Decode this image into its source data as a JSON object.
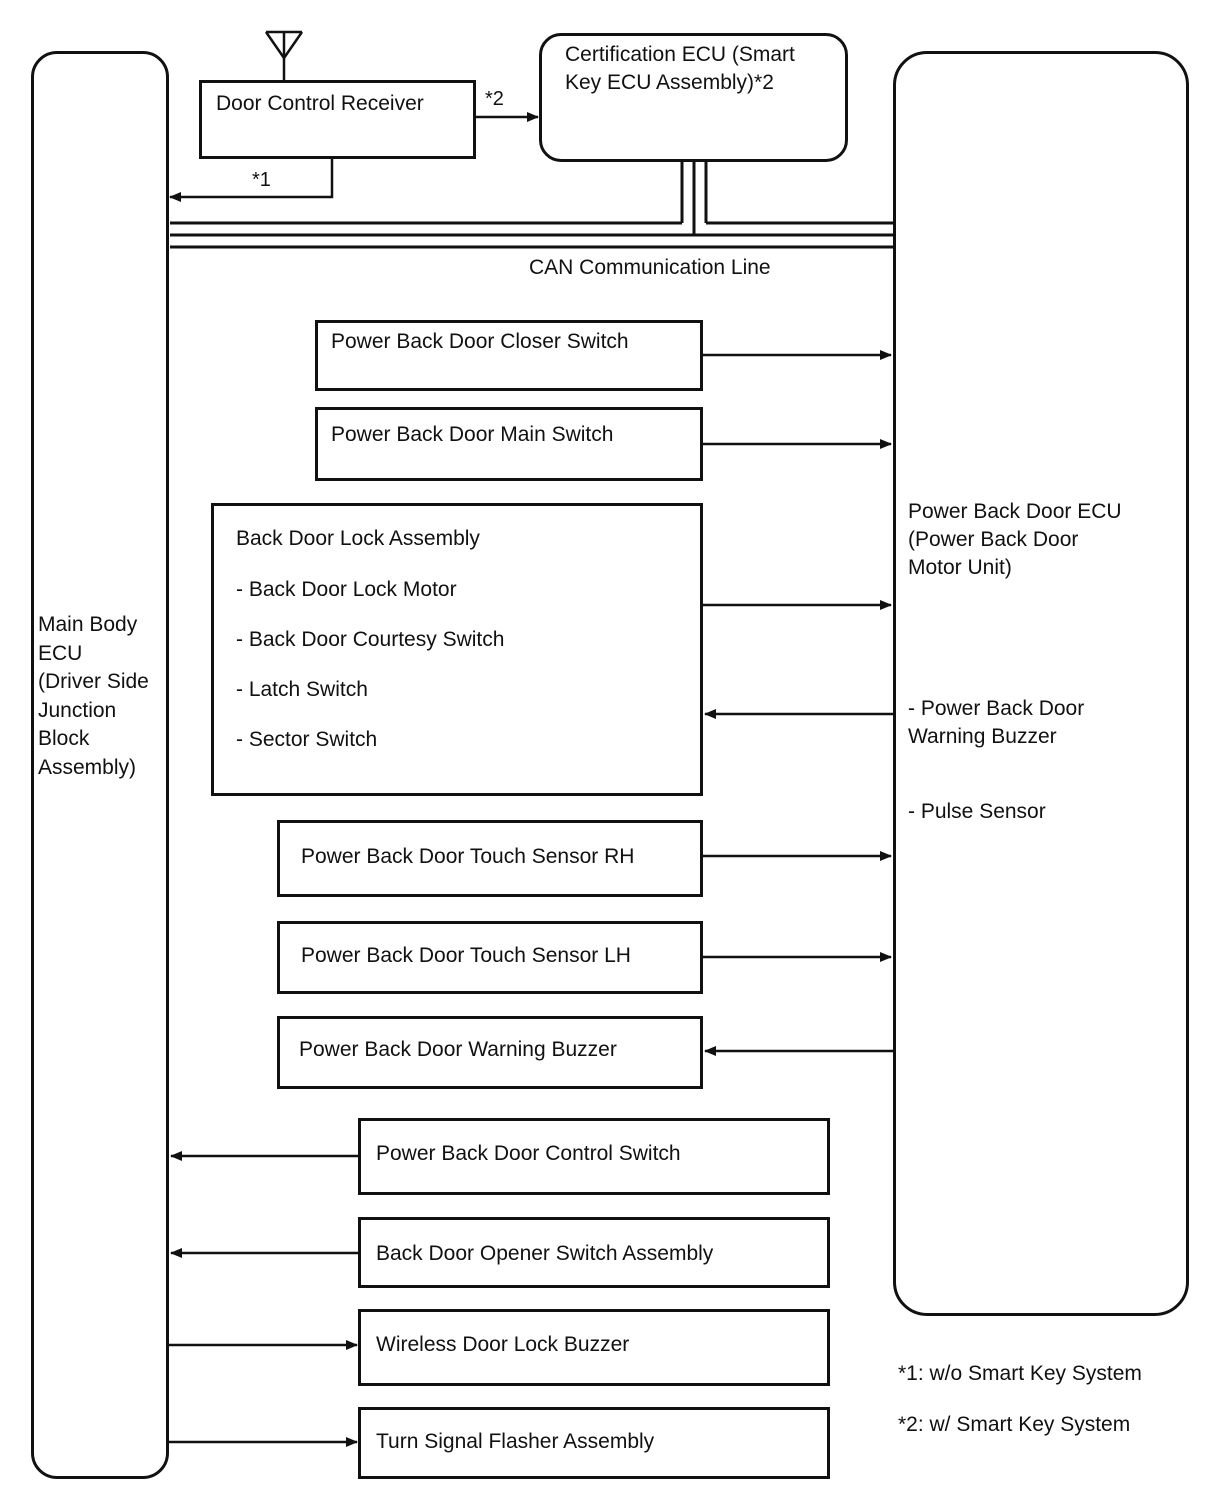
{
  "diagram": {
    "main_body_ecu": "Main Body\nECU\n(Driver Side\nJunction\nBlock\nAssembly)",
    "door_control_receiver": "Door Control Receiver",
    "certification_ecu": "Certification ECU (Smart\nKey ECU Assembly)*2",
    "power_back_door_ecu": "Power Back Door ECU\n(Power Back Door\nMotor Unit)",
    "ecu_internal_items": [
      "- Power Back Door\nWarning Buzzer",
      "- Pulse Sensor"
    ],
    "can_line_label": "CAN Communication Line",
    "marker_1": "*1",
    "marker_2": "*2",
    "closer_switch": "Power Back Door Closer Switch",
    "main_switch": "Power Back Door Main Switch",
    "lock_assembly": {
      "title": "Back Door Lock Assembly",
      "items": [
        "- Back Door Lock Motor",
        "- Back Door Courtesy Switch",
        "- Latch Switch",
        "- Sector Switch"
      ]
    },
    "touch_sensor_rh": "Power Back Door Touch Sensor RH",
    "touch_sensor_lh": "Power Back Door Touch Sensor LH",
    "warning_buzzer": "Power Back Door Warning Buzzer",
    "control_switch": "Power Back Door Control Switch",
    "opener_switch": "Back Door Opener Switch Assembly",
    "wireless_buzzer": "Wireless Door Lock Buzzer",
    "turn_signal": "Turn Signal Flasher Assembly",
    "notes": [
      "*1: w/o Smart Key System",
      "*2: w/ Smart Key System"
    ]
  }
}
